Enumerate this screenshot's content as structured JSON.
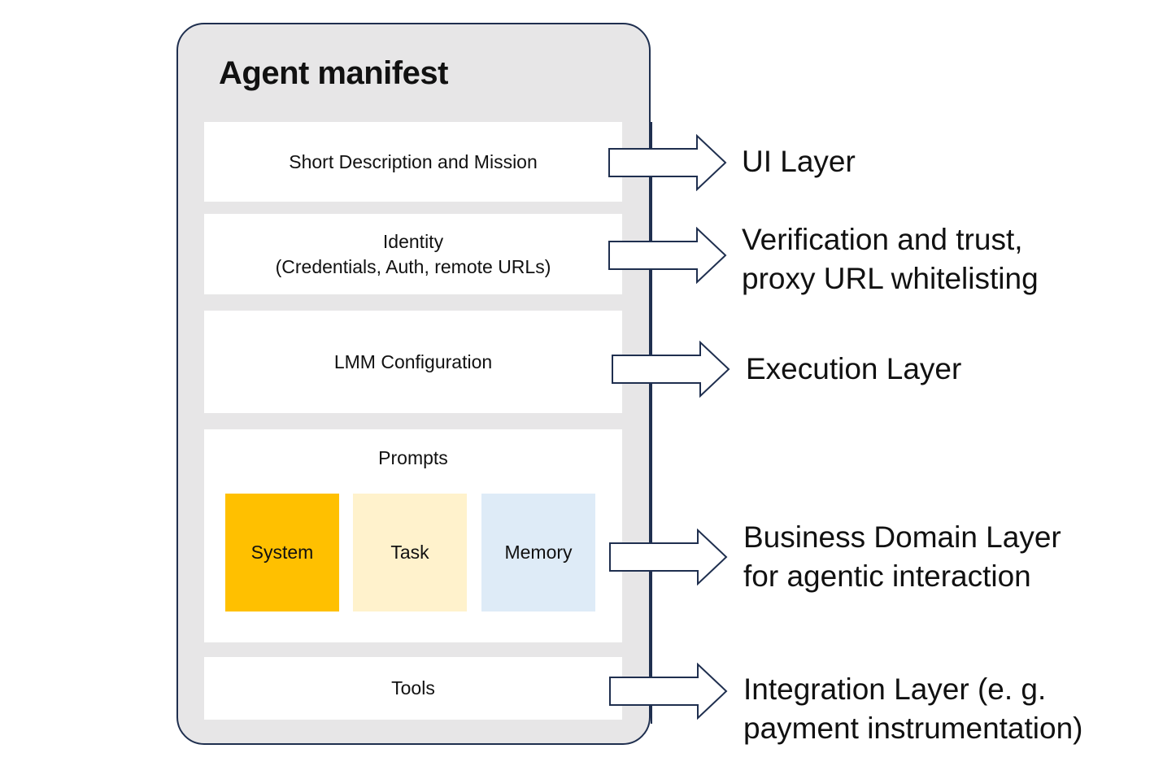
{
  "manifest": {
    "title": "Agent manifest",
    "sections": {
      "description": "Short Description and Mission",
      "identity_line1": "Identity",
      "identity_line2": "(Credentials, Auth, remote URLs)",
      "lmm": "LMM Configuration",
      "prompts": {
        "title": "Prompts",
        "items": [
          {
            "label": "System",
            "color": "#ffc000"
          },
          {
            "label": "Task",
            "color": "#fff2cc"
          },
          {
            "label": "Memory",
            "color": "#deebf7"
          }
        ]
      },
      "tools": "Tools"
    },
    "colors": {
      "panel_bg": "#e7e6e7",
      "border": "#1f2f4f"
    }
  },
  "layers": [
    {
      "line1": "UI Layer",
      "line2": ""
    },
    {
      "line1": "Verification and trust,",
      "line2": "proxy URL whitelisting"
    },
    {
      "line1": "Execution Layer",
      "line2": ""
    },
    {
      "line1": "Business Domain Layer",
      "line2": "for agentic interaction"
    },
    {
      "line1": "Integration Layer (e. g.",
      "line2": "payment instrumentation)"
    }
  ]
}
